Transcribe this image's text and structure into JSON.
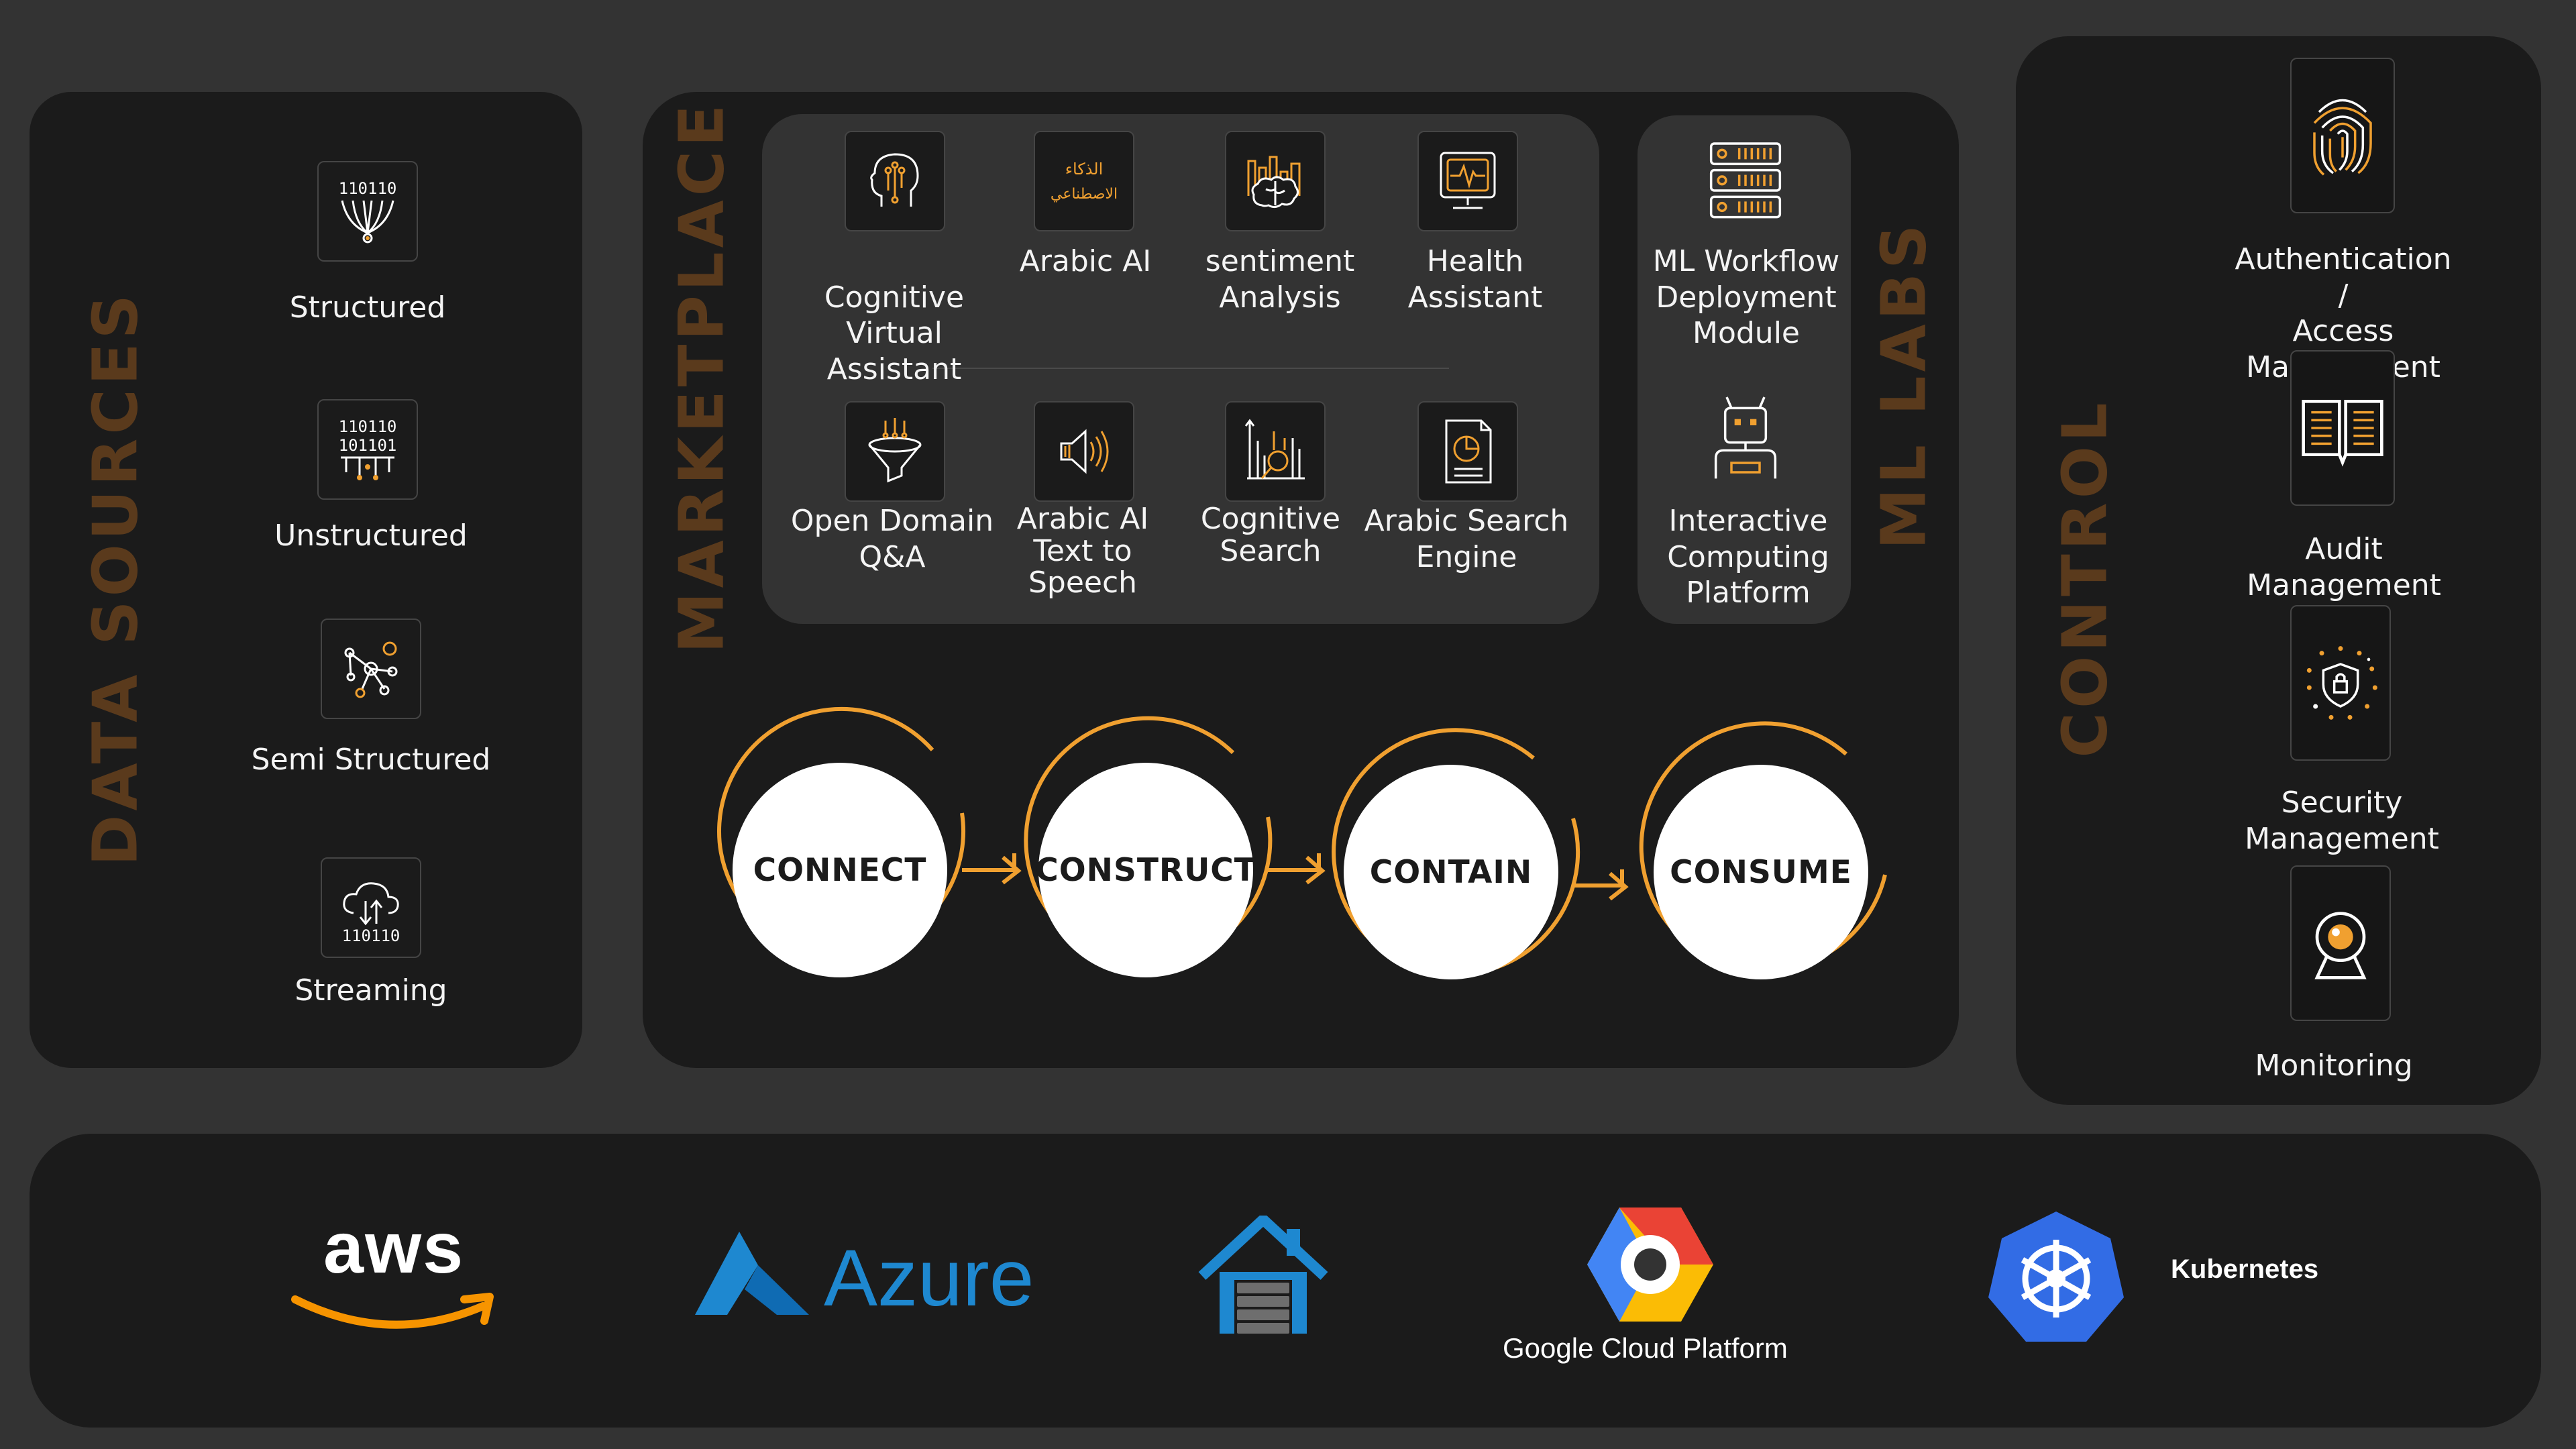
{
  "data_sources": {
    "title": "DATA SOURCES",
    "items": [
      {
        "label": "Structured",
        "icon": "binary-tree-icon"
      },
      {
        "label": "Unstructured",
        "icon": "binary-circuit-icon"
      },
      {
        "label": "Semi Structured",
        "icon": "network-nodes-icon"
      },
      {
        "label": "Streaming",
        "icon": "cloud-stream-icon"
      }
    ]
  },
  "marketplace": {
    "title": "MARKETPLACE",
    "items": [
      {
        "label": "Cognitive\nVirtual\nAssistant",
        "icon": "head-circuit-icon"
      },
      {
        "label": "Arabic AI",
        "icon": "arabic-text-icon",
        "glyph_line1": "الذكاء",
        "glyph_line2": "الاصطناعي"
      },
      {
        "label": "sentiment\nAnalysis",
        "icon": "brain-chart-icon"
      },
      {
        "label": "Health\nAssistant",
        "icon": "health-monitor-icon"
      },
      {
        "label": "Open Domain\nQ&A",
        "icon": "funnel-icon"
      },
      {
        "label": "Arabic AI\nText to\nSpeech",
        "icon": "speaker-icon"
      },
      {
        "label": "Cognitive\nSearch",
        "icon": "chart-search-icon"
      },
      {
        "label": "Arabic Search\nEngine",
        "icon": "report-icon"
      }
    ]
  },
  "ml_labs": {
    "title": "ML LABS",
    "items": [
      {
        "label": "ML Workflow\nDeployment\nModule",
        "icon": "server-stack-icon"
      },
      {
        "label": "Interactive\nComputing\nPlatform",
        "icon": "robot-icon"
      }
    ]
  },
  "pipeline": {
    "steps": [
      "CONNECT",
      "CONSTRUCT",
      "CONTAIN",
      "CONSUME"
    ],
    "accent": "#f0a030"
  },
  "control": {
    "title": "CONTROL",
    "items": [
      {
        "label": "Authentication /\nAccess Management",
        "icon": "fingerprint-icon"
      },
      {
        "label": "Audit Management",
        "icon": "open-book-icon"
      },
      {
        "label": "Security Management",
        "icon": "shield-lock-icon"
      },
      {
        "label": "Monitoring",
        "icon": "webcam-icon"
      }
    ]
  },
  "platforms": {
    "aws": "aws",
    "azure": "Azure",
    "on_prem_icon": "house-server-icon",
    "gcp": "Google Cloud Platform",
    "kubernetes": "Kubernetes"
  },
  "icon_glyphs": {
    "structured": "110110",
    "unstructured_line1": "110110",
    "unstructured_line2": "101101",
    "streaming": "110110"
  },
  "colors": {
    "background": "#333333",
    "panel": "#1b1b1b",
    "accent": "#f0a030",
    "section_title": "#5a3a1c",
    "aws_orange": "#f79400",
    "azure_blue": "#1e88d0",
    "kubernetes_blue": "#326ce5"
  }
}
